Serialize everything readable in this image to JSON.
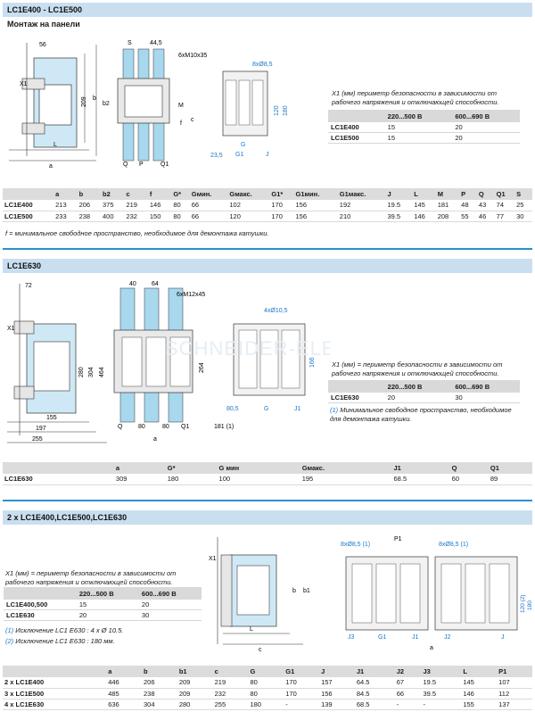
{
  "section1": {
    "title": "LC1E400 - LC1E500",
    "subtitle": "Монтаж на панели",
    "dims": {
      "d56": "56",
      "x1": "X1",
      "b": "b",
      "b2": "b2",
      "d209": "209",
      "L": "L",
      "a": "a",
      "S": "S",
      "d44_5": "44,5",
      "screw": "6xM10x35",
      "c": "c",
      "f": "f",
      "M": "M",
      "Q": "Q",
      "P": "P",
      "Q1": "Q1",
      "holes": "8xØ8,5",
      "d120": "120",
      "d180": "180",
      "d23_5": "23,5",
      "G": "G",
      "G1": "G1",
      "J": "J"
    },
    "x1_note": "X1 (мм) периметр безопасности в зависимости от рабочего напряжения и отключающей способности.",
    "x1_table": {
      "headers": [
        "",
        "220...500 В",
        "600...690 В"
      ],
      "rows": [
        [
          "LC1E400",
          "15",
          "20"
        ],
        [
          "LC1E500",
          "15",
          "20"
        ]
      ]
    },
    "table": {
      "headers": [
        "",
        "a",
        "b",
        "b2",
        "c",
        "f",
        "G*",
        "Gмин.",
        "Gмакс.",
        "G1*",
        "G1мин.",
        "G1макс.",
        "J",
        "L",
        "M",
        "P",
        "Q",
        "Q1",
        "S"
      ],
      "rows": [
        [
          "LC1E400",
          "213",
          "206",
          "375",
          "219",
          "146",
          "80",
          "66",
          "102",
          "170",
          "156",
          "192",
          "19.5",
          "145",
          "181",
          "48",
          "43",
          "74",
          "25"
        ],
        [
          "LC1E500",
          "233",
          "238",
          "400",
          "232",
          "150",
          "80",
          "66",
          "120",
          "170",
          "156",
          "210",
          "39.5",
          "146",
          "208",
          "55",
          "46",
          "77",
          "30"
        ]
      ]
    },
    "footnote": "f = минимальное свободное пространство, необходимое для демонтажа катушки."
  },
  "section2": {
    "title": "LC1E630",
    "dims": {
      "d72": "72",
      "x1": "X1",
      "d280": "280",
      "d304": "304",
      "d464": "464",
      "d155": "155",
      "d197": "197",
      "d255": "255",
      "d40": "40",
      "d64": "64",
      "screw": "6xM12x45",
      "d264": "264",
      "Q": "Q",
      "d80a": "80",
      "d80b": "80",
      "Q1": "Q1",
      "a": "a",
      "f": "181 (1)",
      "holes": "4xØ10,5",
      "d166": "166",
      "d80_5": "80,5",
      "G": "G",
      "J1": "J1"
    },
    "watermark": "SCHNEIDER-ELECTRIC",
    "x1_note": "X1 (мм) = периметр безопасности в зависимости от рабочего напряжения и отключающей способности.",
    "x1_table": {
      "headers": [
        "",
        "220...500 В",
        "600...690 В"
      ],
      "rows": [
        [
          "LC1E630",
          "20",
          "30"
        ]
      ]
    },
    "note_num": "(1)",
    "note_text": "Минимальное свободное пространство, необходимое для демонтажа катушки.",
    "table": {
      "headers": [
        "",
        "a",
        "G*",
        "G мин",
        "Gмакс.",
        "J1",
        "Q",
        "Q1"
      ],
      "rows": [
        [
          "LC1E630",
          "309",
          "180",
          "100",
          "195",
          "68.5",
          "60",
          "89"
        ]
      ]
    }
  },
  "section3": {
    "title": "2 x LC1E400,LC1E500,LC1E630",
    "x1_note": "X1 (мм) = периметр безопасности в зависимости от рабочего напряжения и отключающей способности.",
    "x1_table": {
      "headers": [
        "",
        "220...500 В",
        "600...690 В"
      ],
      "rows": [
        [
          "LC1E400,500",
          "15",
          "20"
        ],
        [
          "LC1E630",
          "20",
          "30"
        ]
      ]
    },
    "notes": [
      {
        "num": "(1)",
        "text": "Исключение LC1 E630 : 4 x Ø 10.5."
      },
      {
        "num": "(2)",
        "text": "Исключение LC1 E630 : 180 мм."
      }
    ],
    "dims": {
      "x1": "X1",
      "b": "b",
      "b1": "b1",
      "L": "L",
      "c": "c",
      "holes_left": "8xØ8,5 (1)",
      "P1": "P1",
      "holes_right": "8xØ8,5 (1)",
      "d120": "120 (2)",
      "d180": "180",
      "J3": "J3",
      "G1": "G1",
      "J1": "J1",
      "J2": "J2",
      "J": "J",
      "a": "a"
    },
    "table": {
      "headers": [
        "",
        "a",
        "b",
        "b1",
        "c",
        "G",
        "G1",
        "J",
        "J1",
        "J2",
        "J3",
        "L",
        "P1"
      ],
      "rows": [
        [
          "2 x LC1E400",
          "446",
          "206",
          "209",
          "219",
          "80",
          "170",
          "157",
          "64.5",
          "67",
          "19.5",
          "145",
          "107"
        ],
        [
          "3 x LC1E500",
          "485",
          "238",
          "209",
          "232",
          "80",
          "170",
          "156",
          "84.5",
          "66",
          "39.5",
          "146",
          "112"
        ],
        [
          "4 x LC1E630",
          "636",
          "304",
          "280",
          "255",
          "180",
          "-",
          "139",
          "68.5",
          "-",
          "-",
          "155",
          "137"
        ]
      ]
    }
  },
  "colors": {
    "accent": "#2b8fcf",
    "bar": "#c9dff0",
    "cyan": "#a8d8ee",
    "header": "#dcdcdc"
  }
}
